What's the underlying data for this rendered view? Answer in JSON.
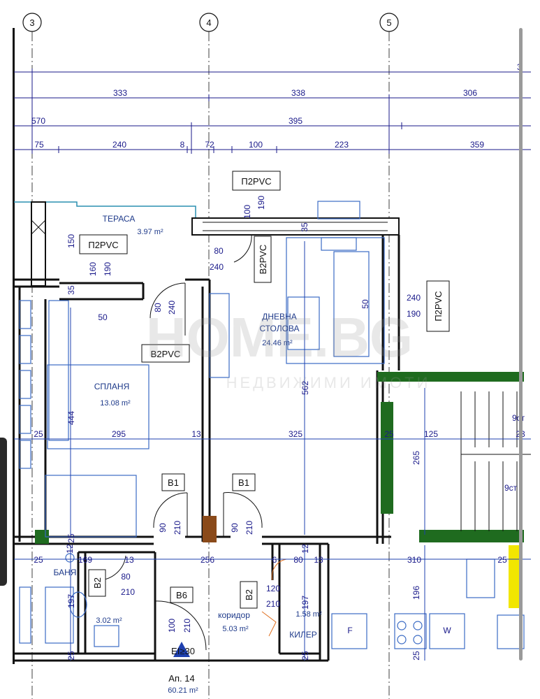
{
  "grid_axes": [
    {
      "id": "3",
      "label": "3"
    },
    {
      "id": "4",
      "label": "4"
    },
    {
      "id": "5",
      "label": "5"
    }
  ],
  "dim_chains": {
    "row1_partial": "3",
    "row2": [
      "333",
      "338",
      "306"
    ],
    "row3": [
      "570",
      "395"
    ],
    "row4": [
      "75",
      "240",
      "8",
      "72",
      "100",
      "223",
      "359"
    ]
  },
  "rooms": {
    "terrace": {
      "name": "ТЕРАСА",
      "area": "3.97 m²"
    },
    "living": {
      "name_line1": "ДНЕВНА",
      "name_line2": "СТОЛОВА",
      "area": "24.46 m²"
    },
    "bedroom": {
      "name": "СПЛАНЯ",
      "area": "13.08 m²"
    },
    "bathroom": {
      "name": "БАНЯ",
      "area": "3.02 m²"
    },
    "corridor": {
      "name": "коридор",
      "area": "5.03 m²"
    },
    "storage": {
      "name": "КИЛЕР",
      "area": "1.58 m²"
    }
  },
  "apartment": {
    "label": "Ап. 14",
    "area": "60.21 m²"
  },
  "tags": {
    "window_top": "П2PVC",
    "window_terrace": "П2PVC",
    "window_right": "П2PVC",
    "door_terrace": "B2PVC",
    "door_living": "B2PVC",
    "door_b1_left": "B1",
    "door_b1_right": "B1",
    "door_bath": "B2",
    "door_entry": "B6",
    "door_storage": "B2",
    "entry_fire": "EI≥30"
  },
  "dims": {
    "win_top_w": "100",
    "win_top_h": "190",
    "win_ter_w": "160",
    "win_ter_h": "190",
    "ter_150": "150",
    "d35a": "35",
    "d35b": "35",
    "door_ter_80": "80",
    "door_ter_240": "240",
    "door_liv_80": "80",
    "door_liv_240": "240",
    "d50a": "50",
    "d50b": "50",
    "win_r_240": "240",
    "win_r_190": "190",
    "d444": "444",
    "d562": "562",
    "d265": "265",
    "d25a": "25",
    "d295": "295",
    "d13a": "13",
    "d325": "325",
    "d25b": "25",
    "d125": "125",
    "d23": "23",
    "b1l_90": "90",
    "b1l_210": "210",
    "b1r_90": "90",
    "b1r_210": "210",
    "d12a": "12",
    "d12b": "12",
    "d25c": "25",
    "d169": "169",
    "d13b": "13",
    "d256": "256",
    "d6": "6",
    "d80a": "80",
    "d13c": "13",
    "d310": "310",
    "d25d": "25",
    "bath_80": "80",
    "bath_210": "210",
    "d197a": "197",
    "b6_100": "100",
    "b6_210": "210",
    "st_120": "120",
    "st_210": "210",
    "d197b": "197",
    "d196": "196",
    "d25e": "25",
    "d25f": "25",
    "d25g": "25",
    "d25h": "25",
    "stair_9a": "9ст",
    "stair_9b": "9ст"
  },
  "appliances": {
    "fridge": "F",
    "washer": "W"
  },
  "watermark": {
    "line1": "НОМЕ.BG",
    "line2": "НЕДВИЖИМИ ИМОТИ"
  },
  "colors": {
    "wall": "#111111",
    "dims": "#1a1a8a",
    "grid": "#1e40af",
    "green": "#1f6b1f",
    "furniture": "#3b6bc4",
    "accent": "#f2e600"
  }
}
